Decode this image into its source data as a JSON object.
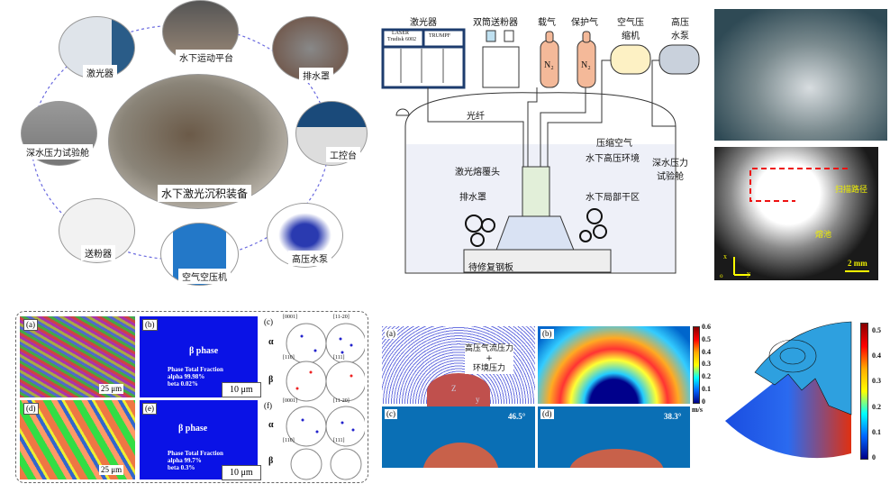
{
  "equipment": {
    "center": "水下激光沉积装备",
    "laser": "激光器",
    "motion": "水下运动平台",
    "drain": "排水罩",
    "console": "工控台",
    "pump": "高压水泵",
    "compressor": "空气空压机",
    "powder": "送粉器",
    "chamber": "深水压力试验舱"
  },
  "schematic": {
    "laser": "激光器",
    "laser_brand1": "LASER",
    "laser_brand2": "Trudisk 6002",
    "laser_brand3": "TRUMPF",
    "feeder": "双筒送粉器",
    "carrier": "载气",
    "shield": "保护气",
    "n2": "N₂",
    "compressor": "空气压缩机",
    "pump": "高压水泵",
    "fiber": "光纤",
    "comp_air": "压缩空气",
    "env": "水下高压环境",
    "head": "激光熔覆头",
    "chamber": "深水压力试验舱",
    "drain": "排水罩",
    "dry": "水下局部干区",
    "plate": "待修复钢板"
  },
  "photo": {
    "scan": "扫描路径",
    "pool": "熔池",
    "scale": "2 mm",
    "x": "x",
    "y": "y",
    "o": "o"
  },
  "ebsd": {
    "a": "(a)",
    "b": "(b)",
    "c": "(c)",
    "d": "(d)",
    "e": "(e)",
    "f": "(f)",
    "scale25": "25 μm",
    "scale10": "10 μm",
    "beta_phase": "β phase",
    "phase_h": "Phase",
    "frac_h": "Total Fraction",
    "alpha": "alpha",
    "beta": "beta",
    "b_alpha": "99.98%",
    "b_beta": "0.02%",
    "e_alpha": "99.7%",
    "e_beta": "0.3%",
    "p0001": "[0001]",
    "p1120": "[11-20]",
    "p110": "[110]",
    "p111": "[111]",
    "alpha_sym": "α",
    "beta_sym": "β"
  },
  "sim": {
    "a": "(a)",
    "b": "(b)",
    "c": "(c)",
    "d": "(d)",
    "pressure1": "高压气流压力",
    "plus": "+",
    "pressure2": "环境压力",
    "z": "Z",
    "y": "y",
    "angle_c": "46.5°",
    "angle_d": "38.3°",
    "unit": "m/s",
    "ticks": [
      "0.6",
      "0.5",
      "0.4",
      "0.3",
      "0.2",
      "0.1",
      "0"
    ]
  },
  "fan": {
    "ticks": [
      "0.5",
      "0.4",
      "0.3",
      "0.2",
      "0.1",
      "0"
    ]
  }
}
